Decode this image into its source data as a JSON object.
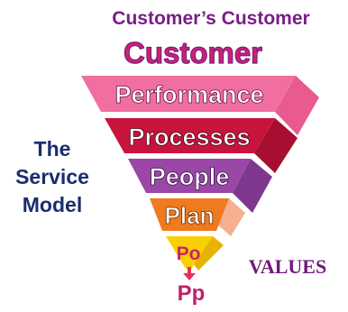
{
  "top_label": "Customer’s Customer",
  "customer_label": "Customer",
  "tiers": [
    {
      "label": "Performance",
      "color": "#f06ea0"
    },
    {
      "label": "Processes",
      "color": "#c8143c"
    },
    {
      "label": "People",
      "color": "#9a47a8"
    },
    {
      "label": "Plan",
      "color": "#f07a1e"
    },
    {
      "label": "Po",
      "color": "#f8d000"
    }
  ],
  "bottom_label": "Pp",
  "side_title": [
    "The",
    "Service",
    "Model"
  ],
  "values_label": "VALUES",
  "colors": {
    "title": "#7a1e87",
    "customer": "#d0206a",
    "side_title": "#1a2d6e",
    "po_text": "#d0206a",
    "pp_text": "#c0206a",
    "arrow": "#e8305a",
    "values": "#6e1b7a",
    "tier_text": "#ffffff"
  }
}
